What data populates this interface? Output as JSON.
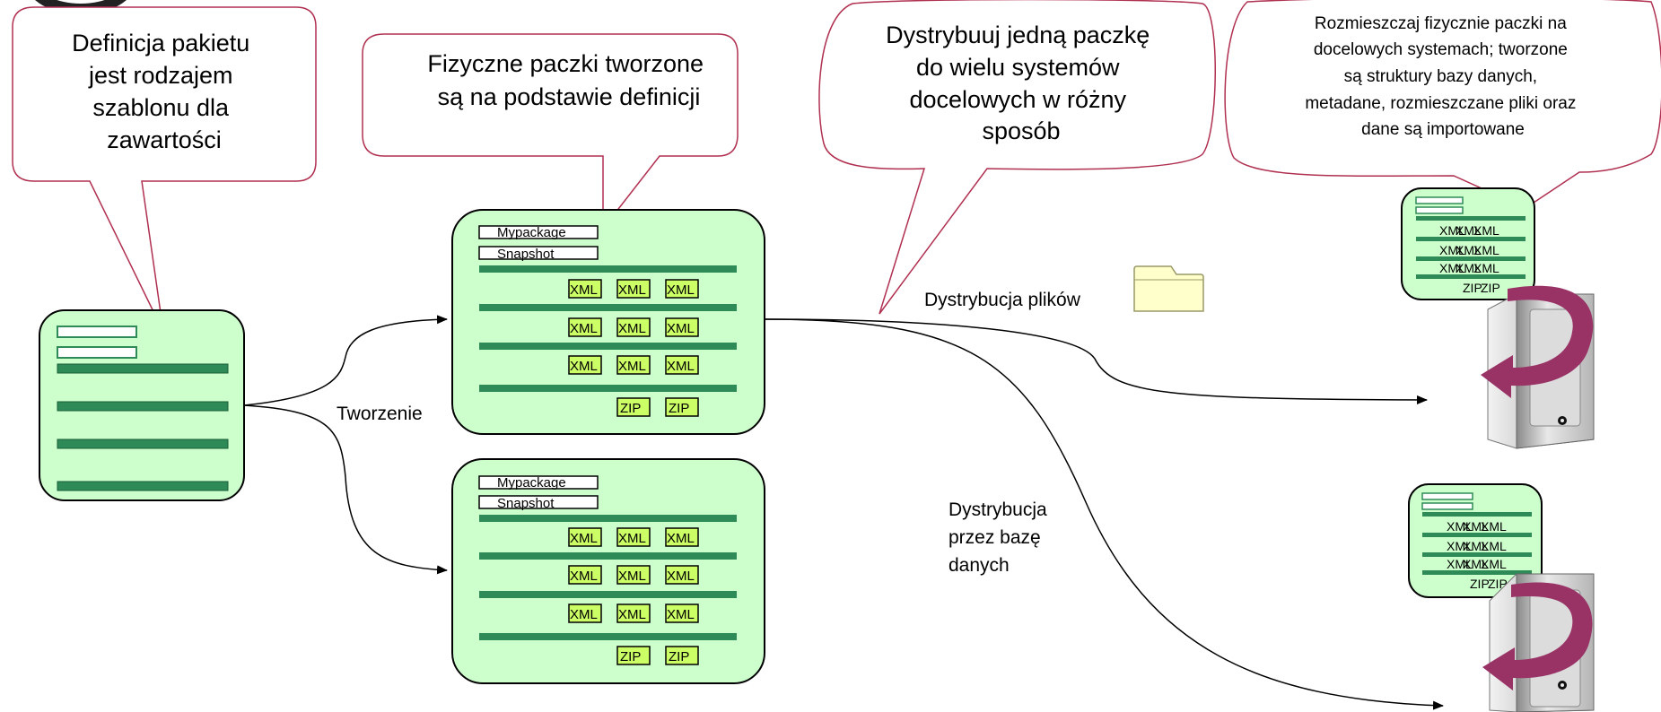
{
  "callouts": {
    "definition": [
      "Definicja pakietu",
      "jest rodzajem",
      "szablonu dla",
      "zawartości"
    ],
    "physical": [
      "Fizyczne paczki tworzone",
      "są na podstawie definicji"
    ],
    "distribute": [
      "Dystrybuuj jedną paczkę",
      "do wielu systemów",
      "docelowych w różny",
      "sposób"
    ],
    "deploy": [
      "Rozmieszczaj fizycznie paczki na",
      "docelowych systemach; tworzone",
      "są struktury bazy danych,",
      "metadane, rozmieszczane pliki oraz",
      "dane są importowane"
    ]
  },
  "labels": {
    "creation": "Tworzenie",
    "file_distribution": "Dystrybucja plików",
    "db_distribution": [
      "Dystrybucja",
      "przez bazę",
      "danych"
    ]
  },
  "package": {
    "name": "Mypackage",
    "snapshot": "Snapshot",
    "xml": "XML",
    "zip": "ZIP"
  },
  "colors": {
    "box_fill": "#ccffcc",
    "bar_green": "#2e8b57",
    "tag_fill": "#ccff66",
    "callout_border": "#b03050",
    "folder_fill": "#ffffcc",
    "arrow_magenta": "#993366"
  }
}
